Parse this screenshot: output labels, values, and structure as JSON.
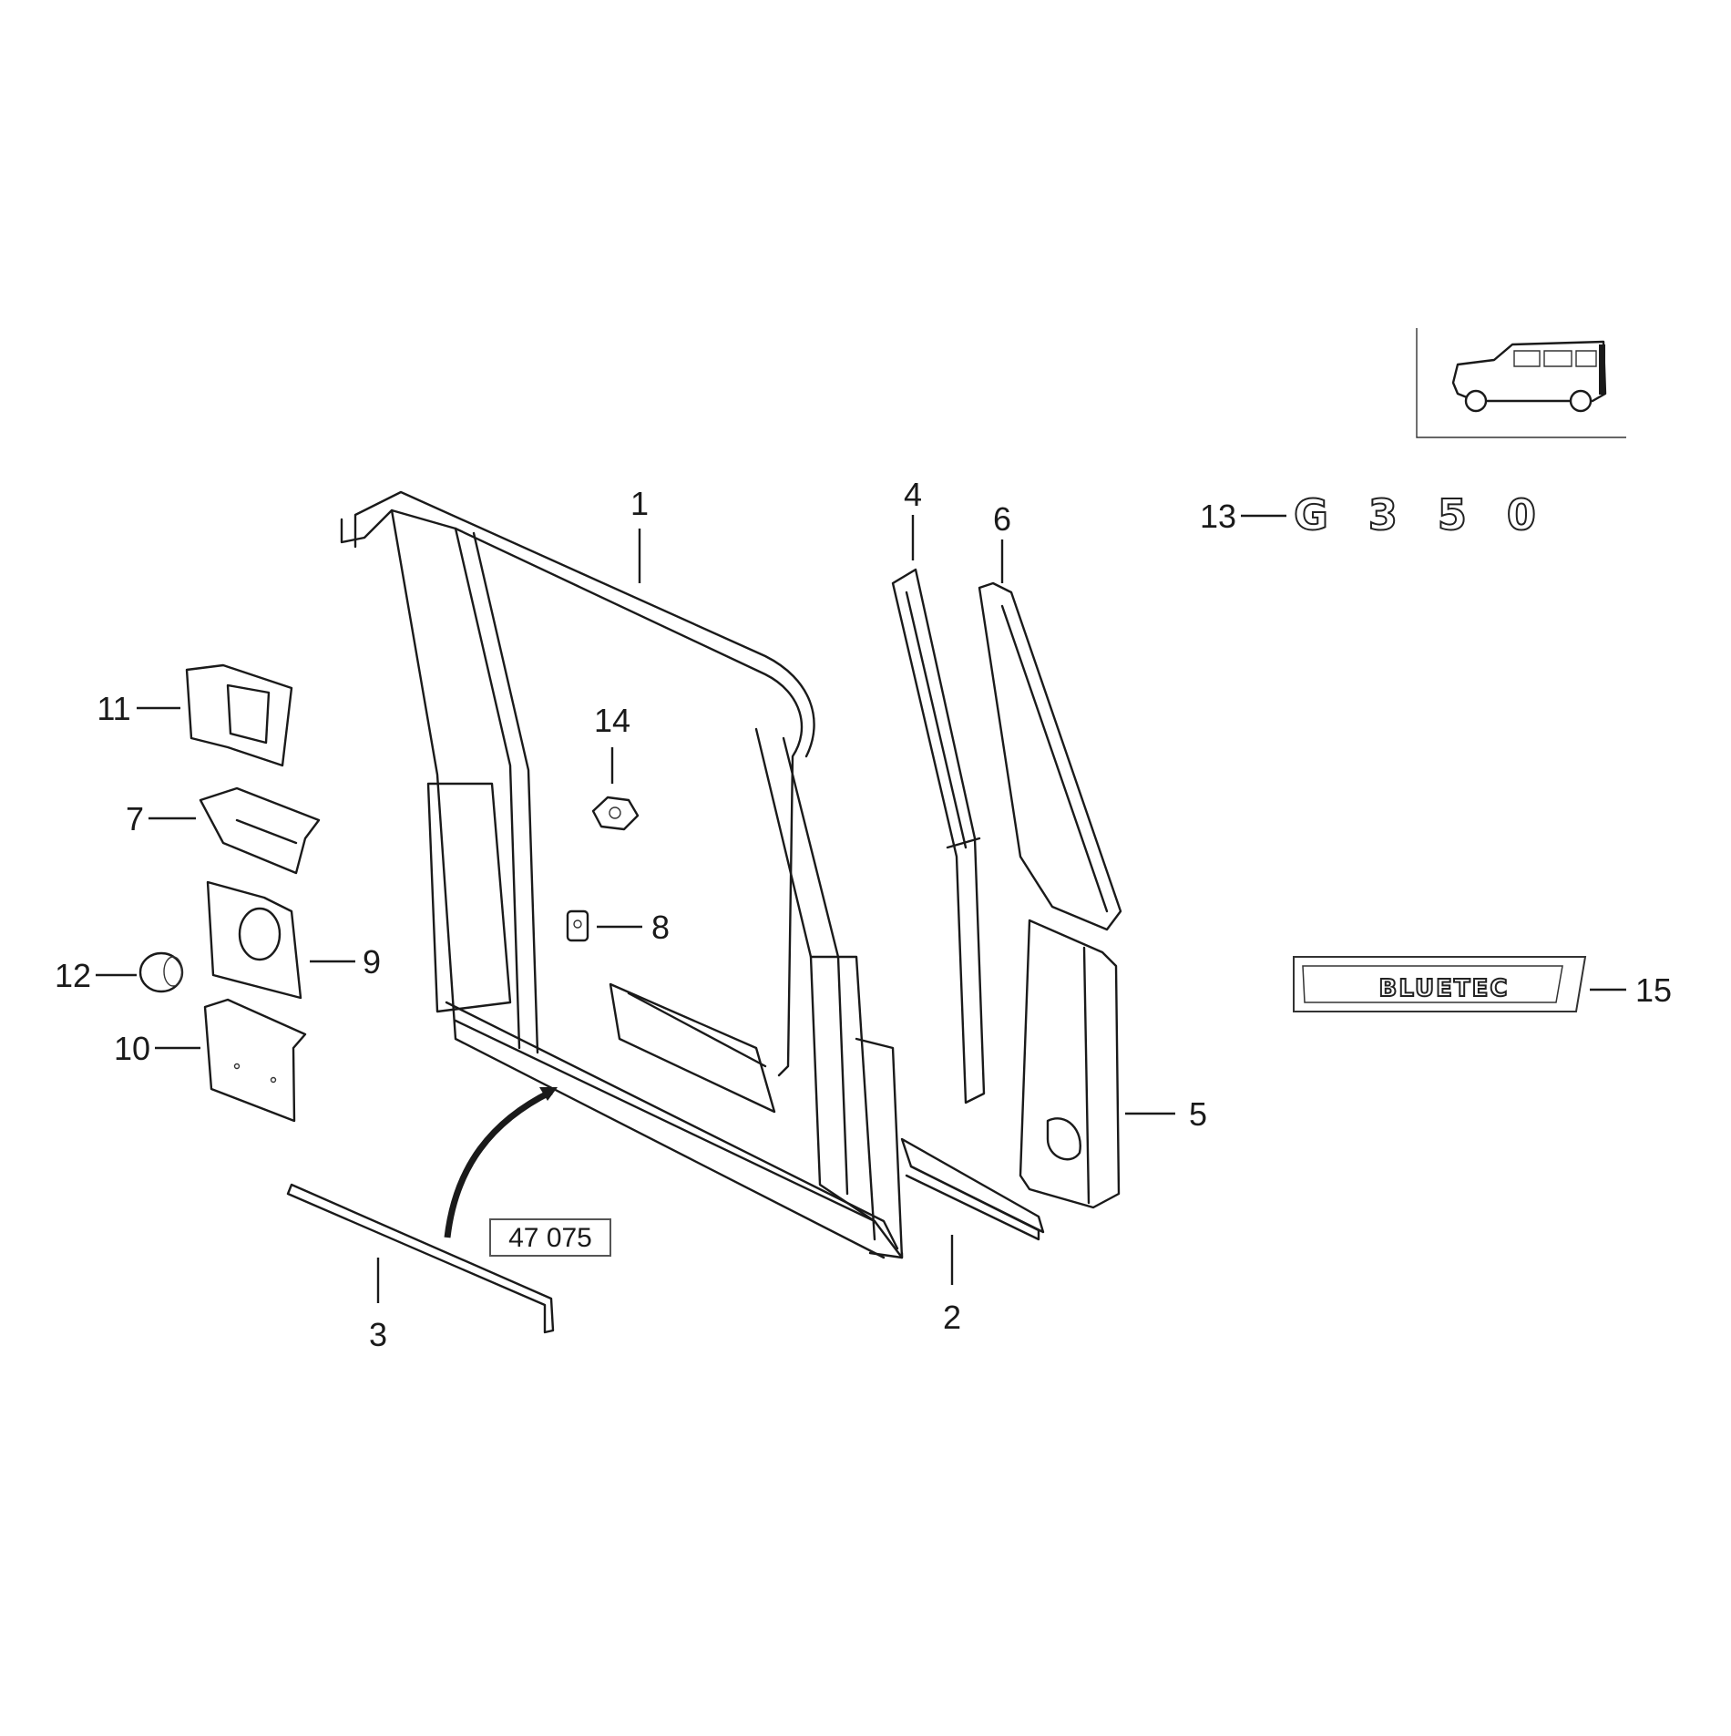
{
  "callouts": {
    "c1": "1",
    "c2": "2",
    "c3": "3",
    "c4": "4",
    "c5": "5",
    "c6": "6",
    "c7": "7",
    "c8": "8",
    "c9": "9",
    "c10": "10",
    "c11": "11",
    "c12": "12",
    "c13": "13",
    "c14": "14",
    "c15": "15"
  },
  "reference_box": "47 075",
  "emblems": {
    "model_badge": "G 3 5 0",
    "bluetec_badge": "BLUETEC"
  },
  "colors": {
    "line": "#1a1a1a",
    "background": "#ffffff"
  }
}
